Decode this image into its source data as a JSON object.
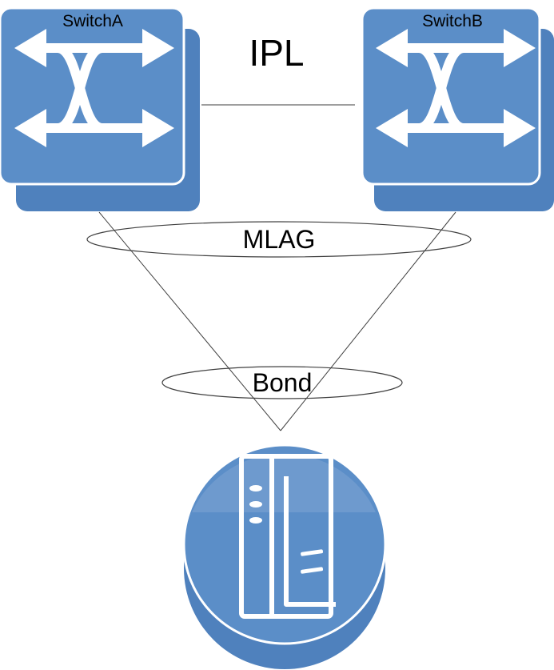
{
  "diagram": {
    "switch_a": {
      "label": "SwitchA",
      "color": "#4f81bd"
    },
    "switch_b": {
      "label": "SwitchB",
      "color": "#4f81bd"
    },
    "ipl_label": "IPL",
    "mlag_label": "MLAG",
    "bond_label": "Bond",
    "server": {
      "icon": "server-icon",
      "color": "#4f81bd"
    },
    "line_color": "#7f7f7f"
  }
}
